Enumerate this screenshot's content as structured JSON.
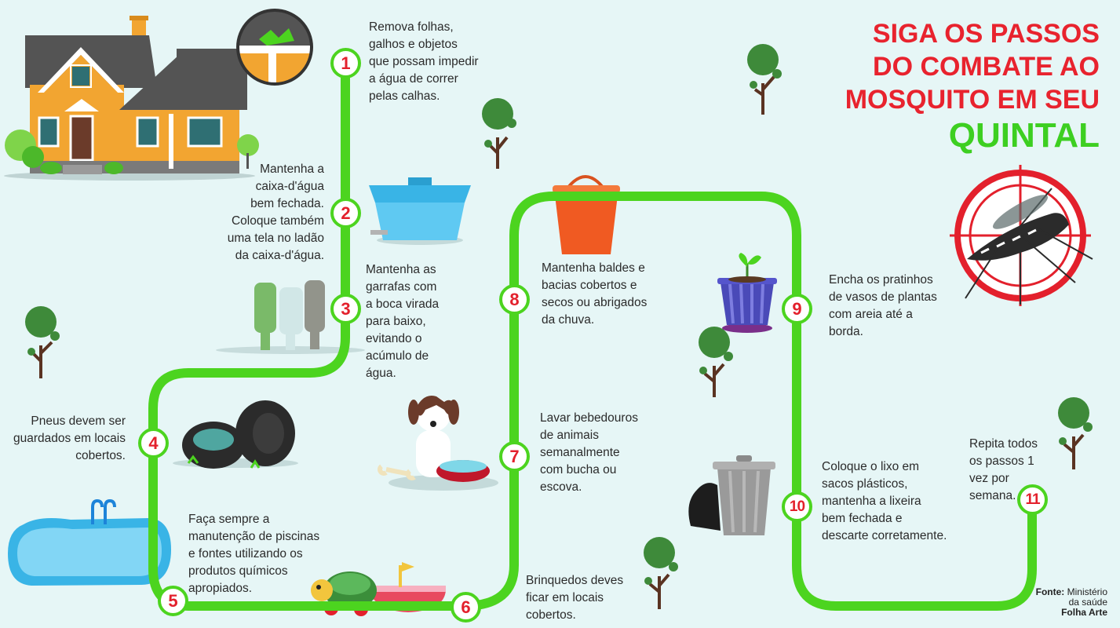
{
  "title": {
    "lines": [
      "SIGA OS PASSOS",
      "DO COMBATE AO",
      "MOSQUITO EM SEU"
    ],
    "highlight": "QUINTAL"
  },
  "steps": [
    {
      "number": "1",
      "lines": [
        "Remova folhas,",
        "galhos e objetos",
        "que possam impedir",
        "a água de correr",
        "pelas calhas."
      ]
    },
    {
      "number": "2",
      "lines": [
        "Mantenha a",
        "caixa-d'água",
        "bem fechada.",
        "Coloque também",
        "uma tela no ladão",
        "da caixa-d'água."
      ]
    },
    {
      "number": "3",
      "lines": [
        "Mantenha as",
        "garrafas com",
        "a boca virada",
        "para baixo,",
        "evitando o",
        "acúmulo de",
        "água."
      ]
    },
    {
      "number": "4",
      "lines": [
        "Pneus devem ser",
        "guardados em locais",
        "cobertos."
      ]
    },
    {
      "number": "5",
      "lines": [
        "Faça sempre a",
        "manutenção de piscinas",
        "e fontes utilizando os",
        "produtos químicos",
        "apropiados."
      ]
    },
    {
      "number": "6",
      "lines": [
        "Brinquedos deves",
        "ficar em locais",
        "cobertos."
      ]
    },
    {
      "number": "7",
      "lines": [
        "Lavar bebedouros",
        "de animais",
        "semanalmente",
        "com bucha ou",
        "escova."
      ]
    },
    {
      "number": "8",
      "lines": [
        "Mantenha baldes e",
        "bacias cobertos e",
        "secos ou abrigados",
        "da chuva."
      ]
    },
    {
      "number": "9",
      "lines": [
        "Encha os pratinhos",
        "de vasos de plantas",
        "com areia até a",
        "borda."
      ]
    },
    {
      "number": "10",
      "lines": [
        "Coloque o lixo em",
        "sacos plásticos,",
        "mantenha a lixeira",
        "bem fechada e",
        "descarte corretamente."
      ]
    },
    {
      "number": "11",
      "lines": [
        "Repita todos",
        "os passos 1",
        "vez por",
        "semana."
      ]
    }
  ],
  "source": {
    "label": "Fonte:",
    "org_line1": "Ministério",
    "org_line2": "da saúde",
    "credit": "Folha Arte"
  },
  "colors": {
    "path": "#4cd41f",
    "number": "#e3202c",
    "title_red": "#e8232e",
    "title_green": "#3dcf21",
    "background": "#e6f6f6"
  },
  "icons": [
    "house-icon",
    "gutter-icon",
    "water-tank-icon",
    "bottles-icon",
    "tires-icon",
    "pool-icon",
    "toys-icon",
    "dog-icon",
    "bucket-icon",
    "plant-pot-icon",
    "trash-can-icon",
    "mosquito-target-icon",
    "tree-icon"
  ]
}
